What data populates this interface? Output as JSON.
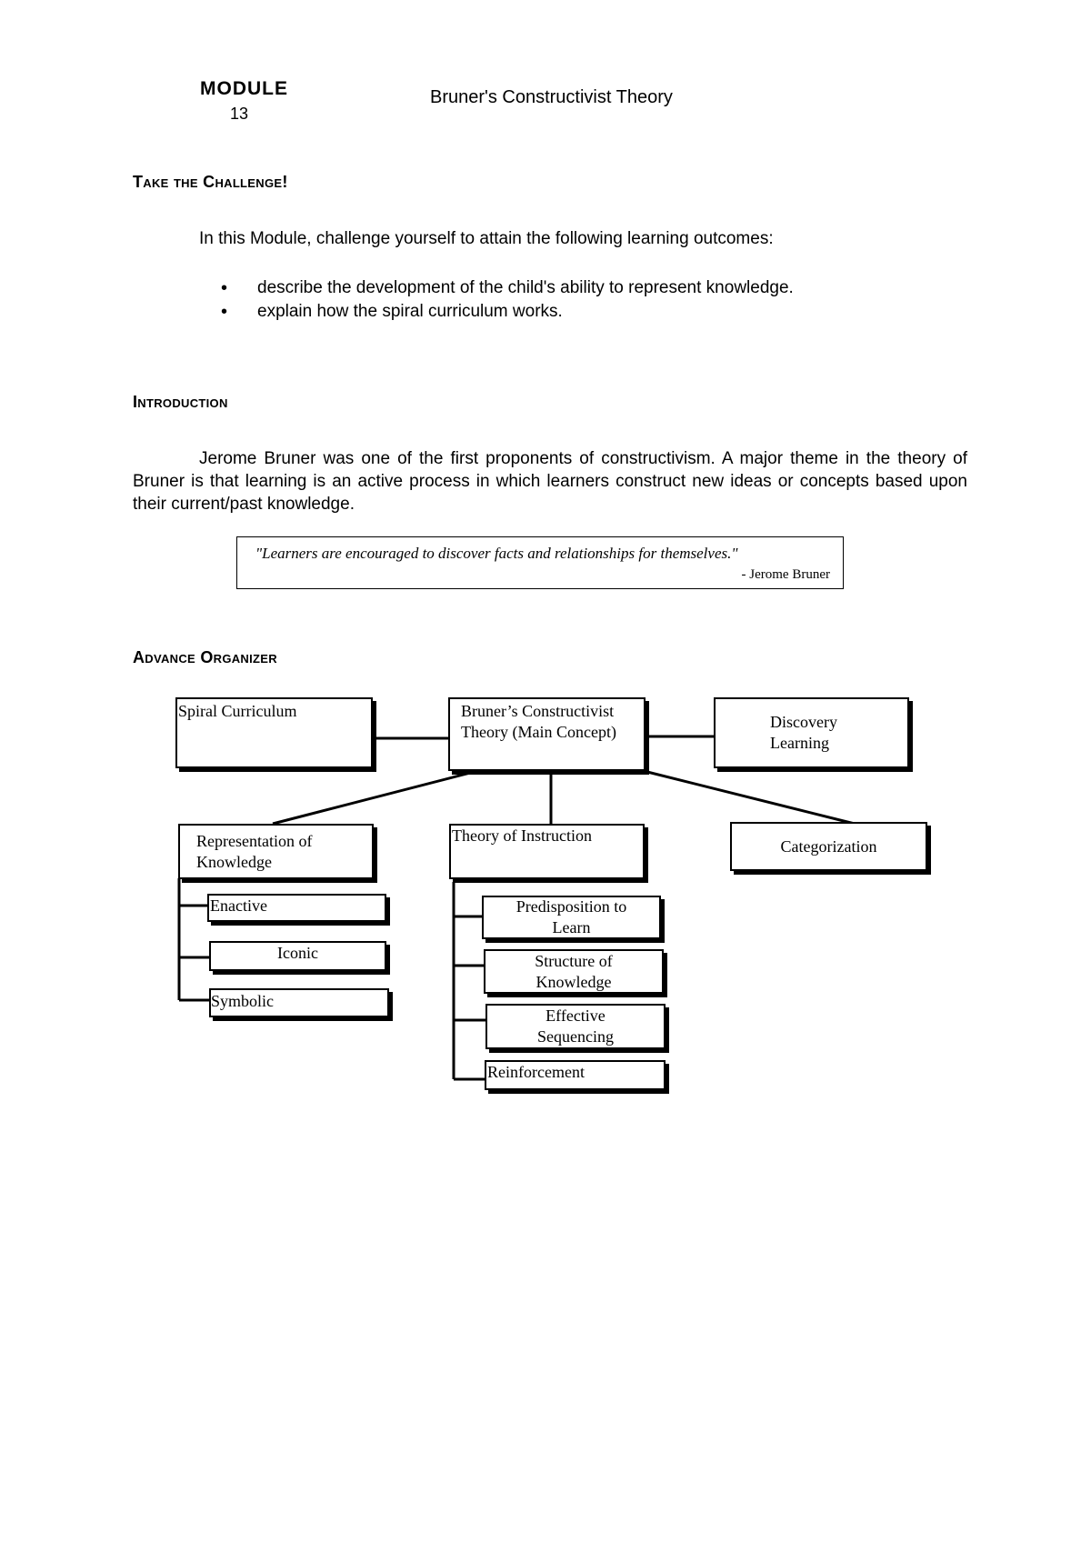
{
  "header": {
    "module_word": "MODULE",
    "module_number": "13",
    "title": "Bruner's Constructivist Theory"
  },
  "challenge": {
    "heading": "Take the Challenge!",
    "lead": "In this Module, challenge yourself to attain the following learning outcomes:",
    "outcomes": [
      "describe the development of the child's ability to represent knowledge.",
      "explain how the spiral curriculum works."
    ]
  },
  "introduction": {
    "heading": "Introduction",
    "paragraph": "Jerome Bruner was one of the first proponents of constructivism. A major theme in the theory of Bruner is that learning is an active process in which learners construct new ideas or concepts based upon their current/past knowledge.",
    "quote": "\"Learners are encouraged to discover facts and relationships for themselves.\"",
    "quote_author": "- Jerome Bruner"
  },
  "advance_organizer": {
    "heading": "Advance Organizer",
    "main_concept": [
      "Bruner’s Constructivist",
      "Theory (Main Concept)"
    ],
    "spiral_curriculum": "Spiral Curriculum",
    "discovery_learning": [
      "Discovery",
      "Learning"
    ],
    "representation": {
      "title": [
        "Representation of",
        "Knowledge"
      ],
      "items": [
        "Enactive",
        "Iconic",
        "Symbolic"
      ]
    },
    "instruction": {
      "title": "Theory of Instruction",
      "items": [
        [
          "Predisposition to",
          "Learn"
        ],
        [
          "Structure of",
          "Knowledge"
        ],
        [
          "Effective",
          "Sequencing"
        ],
        [
          "Reinforcement"
        ]
      ]
    },
    "categorization": "Categorization"
  }
}
